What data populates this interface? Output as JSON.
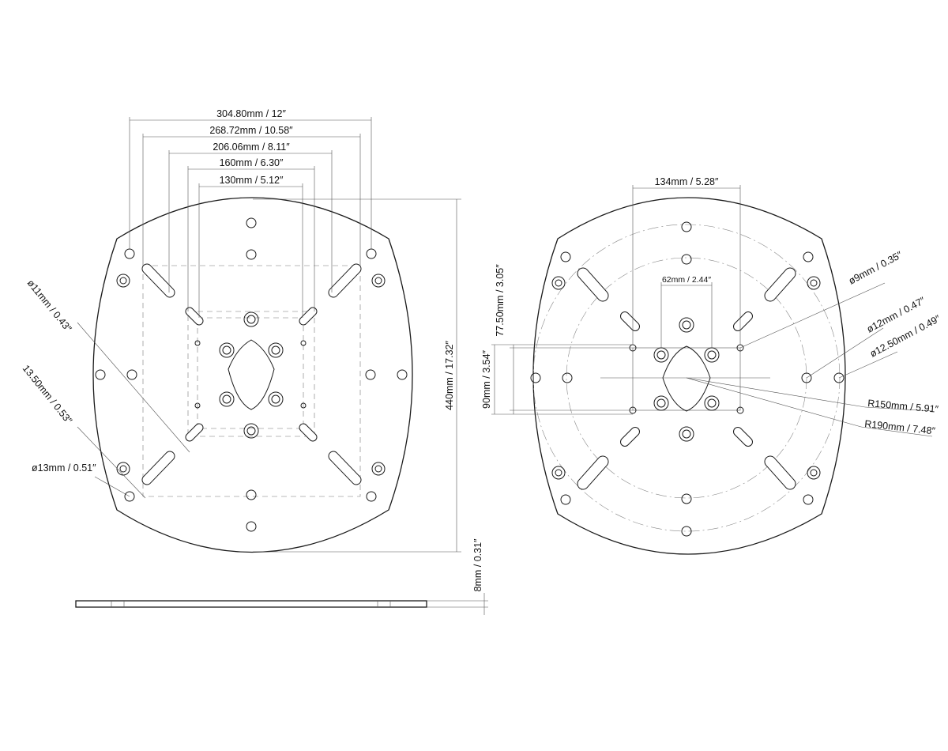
{
  "left_plate": {
    "dimensions": {
      "width_304": "304.80mm / 12″",
      "width_268": "268.72mm / 10.58″",
      "width_206": "206.06mm / 8.11″",
      "width_160": "160mm / 6.30″",
      "width_130": "130mm / 5.12″",
      "height_440": "440mm / 17.32″",
      "hole_11": "ø11mm / 0.43″",
      "slot_1350": "13.50mm / 0.53″",
      "hole_13": "ø13mm / 0.51″",
      "thickness": "8mm / 0.31″"
    }
  },
  "right_plate": {
    "dimensions": {
      "width_134": "134mm / 5.28″",
      "width_62": "62mm / 2.44″",
      "height_7750": "77.50mm / 3.05″",
      "height_90": "90mm / 3.54″",
      "hole_9": "ø9mm / 0.35″",
      "hole_12": "ø12mm / 0.47″",
      "hole_1250": "ø12.50mm / 0.49″",
      "radius_150": "R150mm / 5.91″",
      "radius_190": "R190mm / 7.48″"
    }
  }
}
